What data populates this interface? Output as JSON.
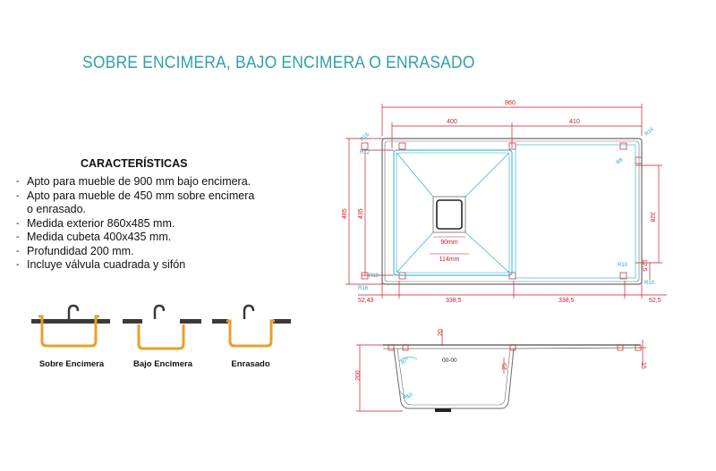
{
  "title": "SOBRE ENCIMERA, BAJO ENCIMERA O ENRASADO",
  "features": {
    "heading": "CARACTERÍSTICAS",
    "items": [
      "Apto para mueble de 900 mm bajo encimera.",
      "Apto para mueble de 450 mm sobre encimera",
      "o enrasado.",
      "Medida exterior 860x485 mm.",
      "Medida cubeta 400x435 mm.",
      "Profundidad 200 mm.",
      "Incluye válvula cuadrada y sifón"
    ]
  },
  "mounting": [
    {
      "label": "Sobre Encimera",
      "icon": "sink-over-counter-icon"
    },
    {
      "label": "Bajo Encimera",
      "icon": "sink-under-counter-icon"
    },
    {
      "label": "Enrasado",
      "icon": "sink-flush-mount-icon"
    }
  ],
  "colors": {
    "title": "#2fa1a8",
    "sink": "#e9a02a",
    "counter": "#3a3a3a",
    "drawing": "#6b6b6b",
    "dimension": "#c81e28",
    "line": "#1fa8c6"
  },
  "plan": {
    "dim_total": "860",
    "dim_bowl": "400",
    "dim_drainer": "410",
    "dim_height": "485",
    "dim_inner_height": "435",
    "dim_drainer_height": "328",
    "dim_small_right": "12,5",
    "dim_left_margin": "52,43",
    "dim_mid_left": "338,5",
    "dim_mid_right": "338,5",
    "dim_right_margin": "52,5",
    "r_top_left": "R16",
    "r_top_left_inner": "R12",
    "r_top_right": "R16",
    "r_drainer": "R8",
    "r_bottom_left": "R10",
    "r_bottom_right": "R10",
    "r_bottom_left_outer": "R16",
    "r_drainer_bottom": "R10",
    "drain_inner": "90mm",
    "drain_outer": "114mm"
  },
  "section": {
    "dim_depth": "200",
    "dim_top": "20",
    "dim_slope": "25",
    "dim_right": "15",
    "angle": "87°",
    "radius": "R10",
    "code": "00-00"
  }
}
